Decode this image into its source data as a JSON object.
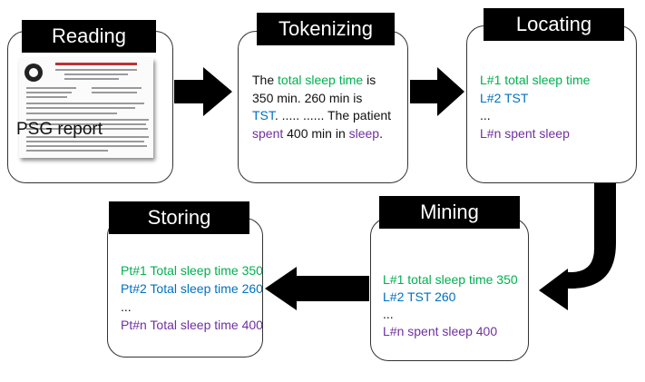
{
  "stages": {
    "reading": {
      "label": "Reading",
      "report_caption": "PSG report"
    },
    "tokenizing": {
      "label": "Tokenizing",
      "lines": [
        [
          {
            "t": "The ",
            "c": "dark"
          },
          {
            "t": "total sleep time",
            "c": "green"
          },
          {
            "t": " is",
            "c": "dark"
          }
        ],
        [
          {
            "t": "350 min. 260 min is",
            "c": "dark"
          }
        ],
        [
          {
            "t": "TST",
            "c": "blue"
          },
          {
            "t": ".  .....  ......  The  patient",
            "c": "dark"
          }
        ],
        [
          {
            "t": "spent",
            "c": "purple"
          },
          {
            "t": " 400 min in ",
            "c": "dark"
          },
          {
            "t": "sleep",
            "c": "purple"
          },
          {
            "t": ".",
            "c": "dark"
          }
        ]
      ]
    },
    "locating": {
      "label": "Locating",
      "lines": [
        [
          {
            "t": "L#1 total sleep time",
            "c": "green"
          }
        ],
        [
          {
            "t": "L#2 TST",
            "c": "blue"
          }
        ],
        [
          {
            "t": "...",
            "c": "dark"
          }
        ],
        [
          {
            "t": "L#n spent sleep",
            "c": "purple"
          }
        ]
      ]
    },
    "mining": {
      "label": "Mining",
      "lines": [
        [
          {
            "t": "L#1 total sleep time 350",
            "c": "green"
          }
        ],
        [
          {
            "t": "L#2 TST   260",
            "c": "blue"
          }
        ],
        [
          {
            "t": "...",
            "c": "dark"
          }
        ],
        [
          {
            "t": "L#n spent sleep 400",
            "c": "purple"
          }
        ]
      ]
    },
    "storing": {
      "label": "Storing",
      "lines": [
        [
          {
            "t": "Pt#1 Total sleep time 350",
            "c": "green"
          }
        ],
        [
          {
            "t": "Pt#2 Total sleep time 260",
            "c": "blue"
          }
        ],
        [
          {
            "t": "...",
            "c": "dark"
          }
        ],
        [
          {
            "t": "Pt#n Total sleep time 400",
            "c": "purple"
          }
        ]
      ]
    }
  },
  "colors": {
    "green": "#00b050",
    "blue": "#0070c0",
    "purple": "#7030a0",
    "arrow": "#000000"
  }
}
